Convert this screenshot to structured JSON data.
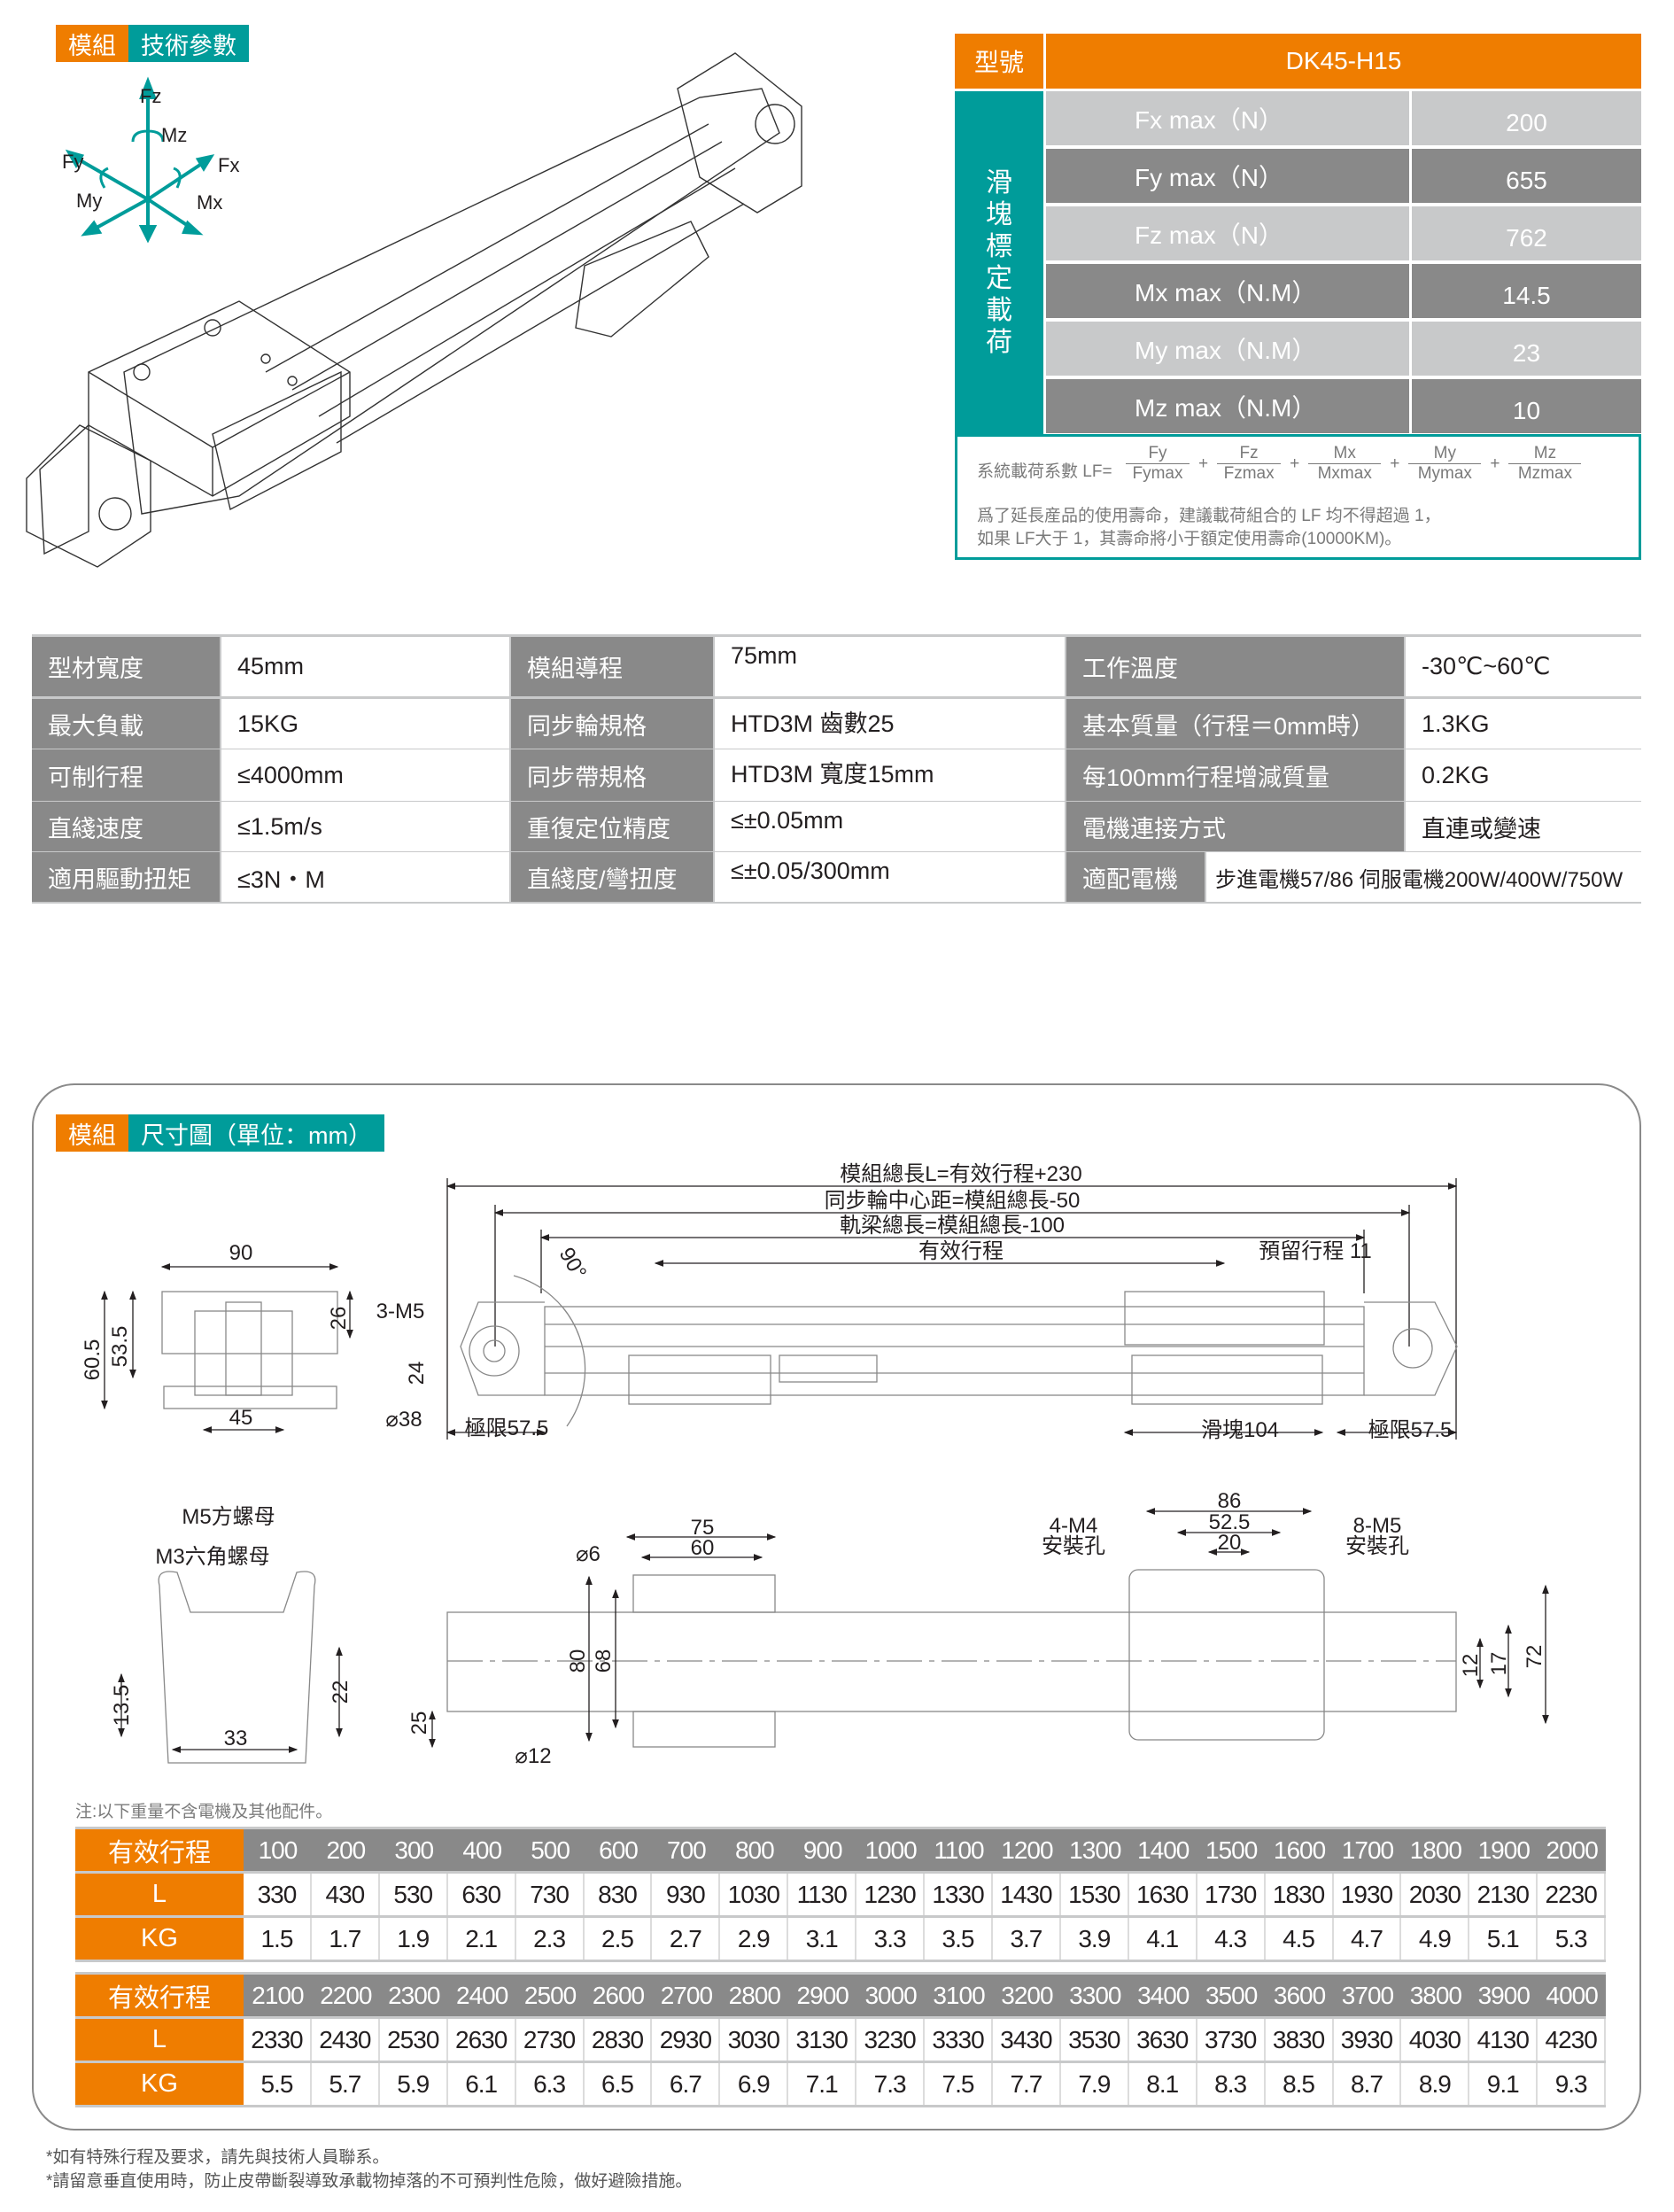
{
  "tech_badge": {
    "a": "模組",
    "b": "技術參數"
  },
  "axes": {
    "fz": "Fz",
    "mz": "Mz",
    "fy": "Fy",
    "fx": "Fx",
    "my": "My",
    "mx": "Mx"
  },
  "load_table": {
    "model_label": "型號",
    "model": "DK45-H15",
    "side_label": [
      "滑",
      "塊",
      "標",
      "定",
      "載",
      "荷"
    ],
    "rows": [
      {
        "name": "Fx max（N）",
        "value": "200"
      },
      {
        "name": "Fy max（N）",
        "value": "655"
      },
      {
        "name": "Fz max（N）",
        "value": "762"
      },
      {
        "name": "Mx max（N.M）",
        "value": "14.5"
      },
      {
        "name": "My max（N.M）",
        "value": "23"
      },
      {
        "name": "Mz max（N.M）",
        "value": "10"
      }
    ],
    "formula_label": "系統載荷系數 LF=",
    "fractions": [
      {
        "n": "Fy",
        "d": "Fymax"
      },
      {
        "n": "Fz",
        "d": "Fzmax"
      },
      {
        "n": "Mx",
        "d": "Mxmax"
      },
      {
        "n": "My",
        "d": "Mymax"
      },
      {
        "n": "Mz",
        "d": "Mzmax"
      }
    ],
    "plus": "+",
    "note1": "爲了延長産品的使用壽命，建議載荷組合的 LF 均不得超過 1，",
    "note2": "如果 LF大于 1，其壽命將小于額定使用壽命(10000KM)。"
  },
  "specs": [
    [
      {
        "l": "型材寬度",
        "v": "45mm"
      },
      {
        "l": "模組導程",
        "v": "75mm"
      },
      {
        "l": "工作溫度",
        "v": "-30℃~60℃"
      }
    ],
    [
      {
        "l": "最大負載",
        "v": "15KG"
      },
      {
        "l": "同步輪規格",
        "v": "HTD3M 齒數25"
      },
      {
        "l": "基本質量（行程＝0mm時）",
        "v": "1.3KG"
      }
    ],
    [
      {
        "l": "可制行程",
        "v": "≤4000mm"
      },
      {
        "l": "同步帶規格",
        "v": "HTD3M 寬度15mm"
      },
      {
        "l": "每100mm行程增減質量",
        "v": "0.2KG"
      }
    ],
    [
      {
        "l": "直綫速度",
        "v": "≤1.5m/s"
      },
      {
        "l": "重復定位精度",
        "v": "≤±0.05mm"
      },
      {
        "l": "電機連接方式",
        "v": "直連或變速"
      }
    ],
    [
      {
        "l": "適用驅動扭矩",
        "v": "≤3N・M"
      },
      {
        "l": "直綫度/彎扭度",
        "v": "≤±0.05/300mm"
      },
      {
        "l": "適配電機",
        "v": "步進電機57/86   伺服電機200W/400W/750W"
      }
    ]
  ],
  "dim_badge": {
    "a": "模組",
    "b": "尺寸圖（單位：mm）"
  },
  "dims": {
    "total": "模組總長L=有效行程+230",
    "pulley": "同步輪中心距=模組總長-50",
    "beam": "軌梁總長=模組總長-100",
    "stroke": "有效行程",
    "reserve": "預留行程 11",
    "angle": "90°",
    "w90": "90",
    "w45": "45",
    "h605": "60.5",
    "h535": "53.5",
    "h26": "26",
    "m5": "3-M5",
    "d38": "⌀38",
    "h24": "24",
    "lim_l": "極限57.5",
    "slide": "滑塊104",
    "lim_r": "極限57.5",
    "m5nut": "M5方螺母",
    "m3nut": "M3六角螺母",
    "h135": "13.5",
    "h22": "22",
    "w33": "33",
    "b75": "75",
    "b60": "60",
    "d6": "⌀6",
    "h80": "80",
    "h68": "68",
    "h25": "25",
    "d12": "⌀12",
    "w86": "86",
    "w525": "52.5",
    "w20": "20",
    "m4a": "4-M4",
    "m4b": "安裝孔",
    "m8a": "8-M5",
    "m8b": "安裝孔",
    "h12": "12",
    "h17": "17",
    "h72": "72"
  },
  "weight_note": "注:以下重量不含電機及其他配件。",
  "tables": [
    {
      "h": "有效行程",
      "stroke": [
        "100",
        "200",
        "300",
        "400",
        "500",
        "600",
        "700",
        "800",
        "900",
        "1000",
        "1100",
        "1200",
        "1300",
        "1400",
        "1500",
        "1600",
        "1700",
        "1800",
        "1900",
        "2000"
      ],
      "lh": "L",
      "L": [
        "330",
        "430",
        "530",
        "630",
        "730",
        "830",
        "930",
        "1030",
        "1130",
        "1230",
        "1330",
        "1430",
        "1530",
        "1630",
        "1730",
        "1830",
        "1930",
        "2030",
        "2130",
        "2230"
      ],
      "kh": "KG",
      "KG": [
        "1.5",
        "1.7",
        "1.9",
        "2.1",
        "2.3",
        "2.5",
        "2.7",
        "2.9",
        "3.1",
        "3.3",
        "3.5",
        "3.7",
        "3.9",
        "4.1",
        "4.3",
        "4.5",
        "4.7",
        "4.9",
        "5.1",
        "5.3"
      ]
    },
    {
      "h": "有效行程",
      "stroke": [
        "2100",
        "2200",
        "2300",
        "2400",
        "2500",
        "2600",
        "2700",
        "2800",
        "2900",
        "3000",
        "3100",
        "3200",
        "3300",
        "3400",
        "3500",
        "3600",
        "3700",
        "3800",
        "3900",
        "4000"
      ],
      "lh": "L",
      "L": [
        "2330",
        "2430",
        "2530",
        "2630",
        "2730",
        "2830",
        "2930",
        "3030",
        "3130",
        "3230",
        "3330",
        "3430",
        "3530",
        "3630",
        "3730",
        "3830",
        "3930",
        "4030",
        "4130",
        "4230"
      ],
      "kh": "KG",
      "KG": [
        "5.5",
        "5.7",
        "5.9",
        "6.1",
        "6.3",
        "6.5",
        "6.7",
        "6.9",
        "7.1",
        "7.3",
        "7.5",
        "7.7",
        "7.9",
        "8.1",
        "8.3",
        "8.5",
        "8.7",
        "8.9",
        "9.1",
        "9.3"
      ]
    }
  ],
  "footnotes": [
    "*如有特殊行程及要求，請先與技術人員聯系。",
    "*請留意垂直使用時，防止皮帶斷裂導致承載物掉落的不可預判性危險，做好避險措施。"
  ],
  "colors": {
    "orange": "#ef7d00",
    "teal": "#009c9a",
    "grey": "#898989",
    "light": "#c8c9ca"
  }
}
